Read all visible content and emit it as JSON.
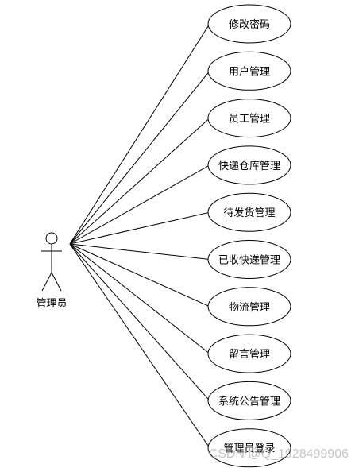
{
  "actor": {
    "label": "管理员",
    "icon": "stick-figure-actor-icon"
  },
  "use_cases": [
    {
      "id": "change-password",
      "label": "修改密码"
    },
    {
      "id": "user-management",
      "label": "用户管理"
    },
    {
      "id": "employee-management",
      "label": "员工管理"
    },
    {
      "id": "express-warehouse-management",
      "label": "快递仓库管理"
    },
    {
      "id": "pending-shipment-management",
      "label": "待发货管理"
    },
    {
      "id": "received-express-management",
      "label": "已收快递管理"
    },
    {
      "id": "logistics-management",
      "label": "物流管理"
    },
    {
      "id": "message-management",
      "label": "留言管理"
    },
    {
      "id": "system-announcement-management",
      "label": "系统公告管理"
    },
    {
      "id": "admin-login",
      "label": "管理员登录"
    }
  ],
  "watermark": "CSDN @Q_1928499906",
  "colors": {
    "stroke": "#000000",
    "background": "#ffffff"
  }
}
